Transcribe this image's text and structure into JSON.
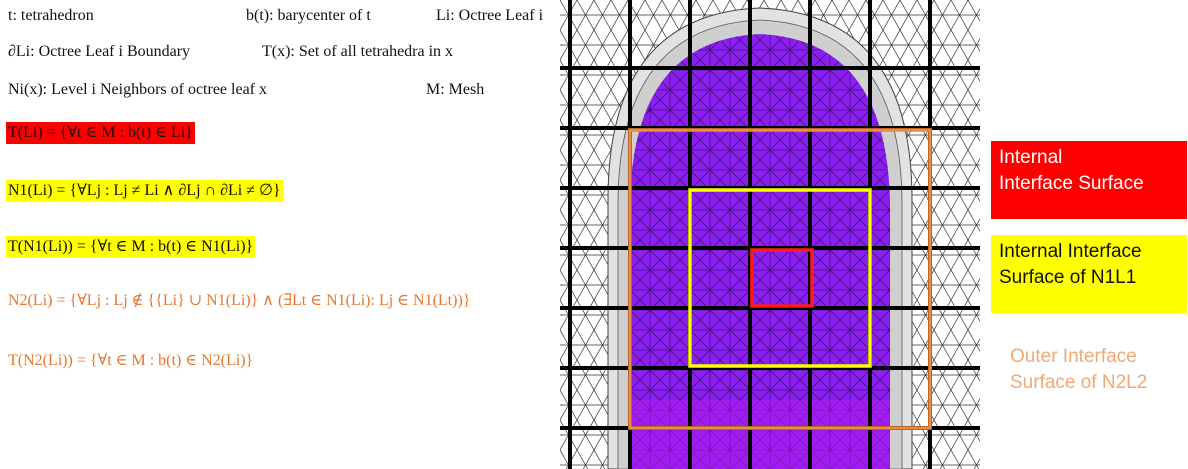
{
  "definitions": {
    "tetrahedron": "t: tetrahedron",
    "barycenter": "b(t): barycenter of t",
    "leaf": "Li: Octree Leaf i",
    "boundary": "∂Li: Octree Leaf i Boundary",
    "set": "T(x): Set of all tetrahedra in x",
    "neighbors": "Ni(x): Level i Neighbors of octree leaf x",
    "mesh": "M: Mesh"
  },
  "equations": {
    "t_leaf": "T(Li) = {∀t ∈ M : b(t) ∈ Li}",
    "n1": "N1(Li) = {∀Lj : Lj ≠ Li ∧ ∂Lj ∩ ∂Li ≠ ∅}",
    "t_n1": "T(N1(Li)) = {∀t ∈ M : b(t) ∈ N1(Li)}",
    "n2": "N2(Li) = {∀Lj : Lj ∉ {{Li} ∪ N1(Li)} ∧ (∃Lt ∈ N1(Li): Lj ∈ N1(Lt))}",
    "t_n2": "T(N2(Li)) = {∀t ∈ M : b(t) ∈ N2(Li)}"
  },
  "legend": {
    "red_line1": "Internal",
    "red_line2": "Interface Surface",
    "yellow_line1": "Internal Interface",
    "yellow_line2": "Surface of N1L1",
    "orange_line1": "Outer Interface",
    "orange_line2": "Surface of N2L2"
  },
  "colors": {
    "red": "#ff0000",
    "yellow": "#ffff00",
    "orange": "#e8762d",
    "mesh_purple": "#8a1ff0"
  }
}
